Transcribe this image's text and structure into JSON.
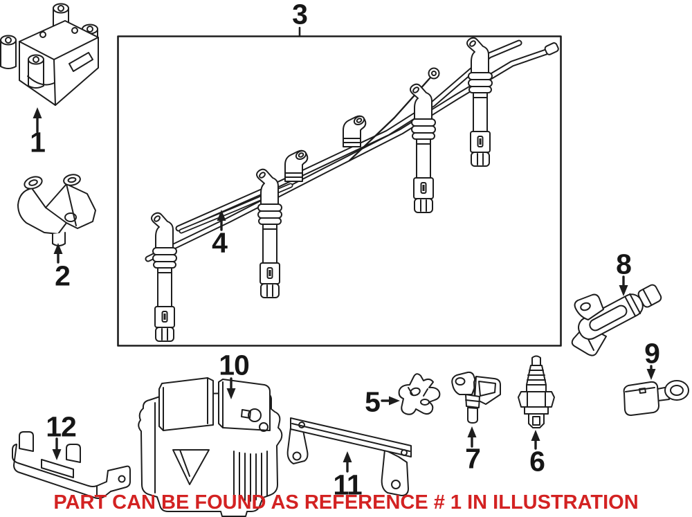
{
  "illustration": {
    "note": "PART CAN BE FOUND AS REFERENCE # 1 IN ILLUSTRATION",
    "colors": {
      "note_red": "#d32222",
      "line_art": "#1d1d1d",
      "background": "#ffffff"
    },
    "callouts": [
      {
        "ref": "1"
      },
      {
        "ref": "2"
      },
      {
        "ref": "3"
      },
      {
        "ref": "4"
      },
      {
        "ref": "5"
      },
      {
        "ref": "6"
      },
      {
        "ref": "7"
      },
      {
        "ref": "8"
      },
      {
        "ref": "9"
      },
      {
        "ref": "10"
      },
      {
        "ref": "11"
      },
      {
        "ref": "12"
      }
    ]
  }
}
